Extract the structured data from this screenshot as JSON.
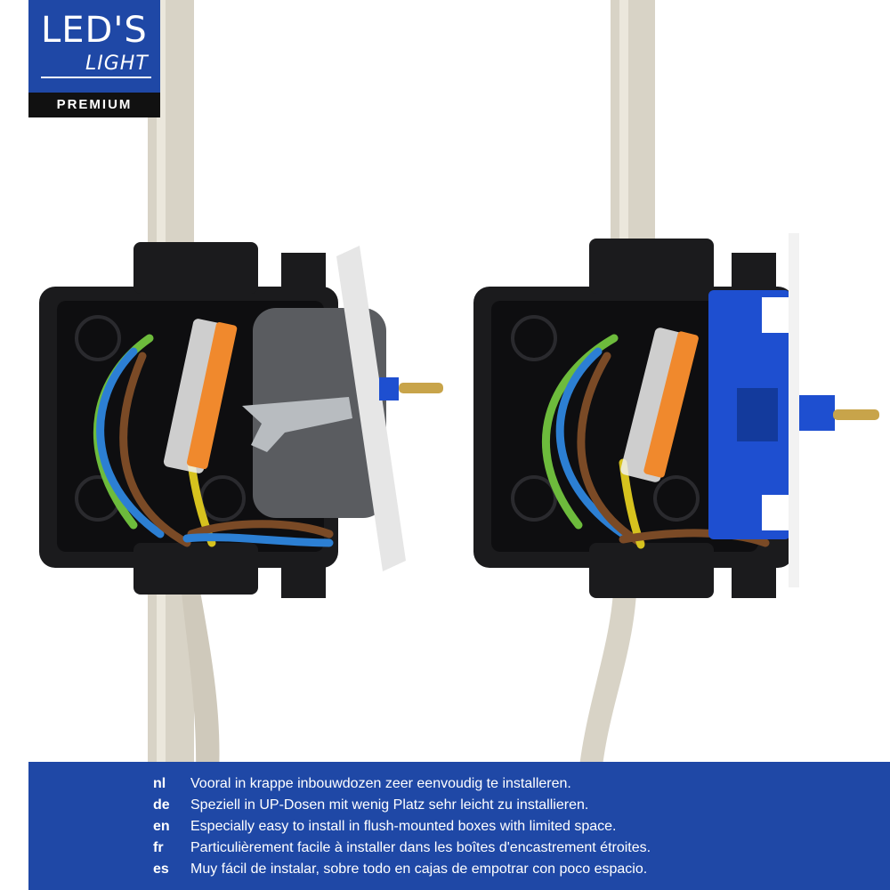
{
  "logo": {
    "line1": "LED'S",
    "line2": "LIGHT",
    "badge": "PREMIUM",
    "color": "#1f48a6"
  },
  "captions": [
    {
      "lang": "nl",
      "text": "Vooral in krappe inbouwdozen zeer eenvoudig te installeren."
    },
    {
      "lang": "de",
      "text": "Speziell in UP-Dosen mit wenig Platz sehr leicht zu installieren."
    },
    {
      "lang": "en",
      "text": "Especially easy to install in flush-mounted boxes with limited space."
    },
    {
      "lang": "fr",
      "text": "Particulièrement facile à installer dans les boîtes d'encastrement étroites."
    },
    {
      "lang": "es",
      "text": "Muy fácil de instalar, sobre todo en cajas de empotrar con poco espacio."
    }
  ],
  "colors": {
    "banner": "#1f48a6",
    "box": "#1b1b1d",
    "cable": "#d8d3c6",
    "dimmer_left": "#5a5c60",
    "dimmer_right": "#1e4fd0"
  }
}
